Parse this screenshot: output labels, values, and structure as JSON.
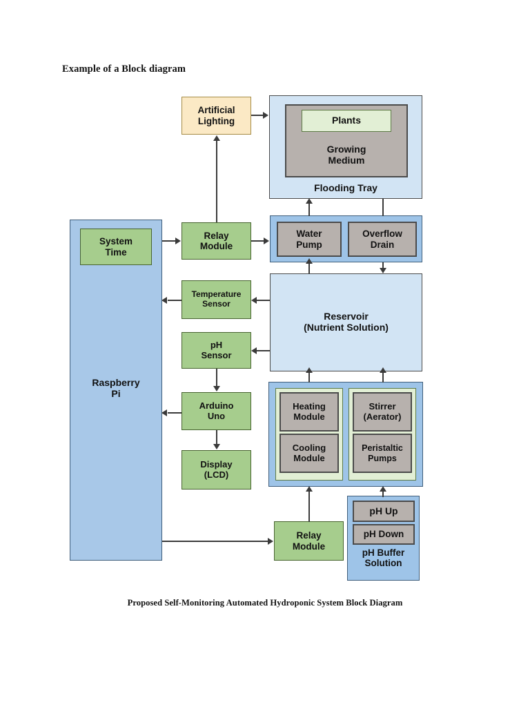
{
  "document": {
    "title": "Example of a Block diagram",
    "caption": "Proposed Self-Monitoring Automated Hydroponic System Block Diagram"
  },
  "palette": {
    "cream": "#fbe9c5",
    "green": "#a6cd8d",
    "light_green": "#e2efd5",
    "gray": "#b7b1ad",
    "light_blue": "#d2e4f4",
    "medium_blue": "#a8c8e8",
    "panel_blue": "#9ec4e8",
    "outline": "#4a4a4a",
    "connector": "#3a3a3a"
  },
  "diagram": {
    "blocks": {
      "artificial_lighting": "Artificial\nLighting",
      "plants": "Plants",
      "growing_medium": "Growing\nMedium",
      "flooding_tray": "Flooding Tray",
      "system_time": "System\nTime",
      "raspberry_pi": "Raspberry\nPi",
      "relay_module_top": "Relay\nModule",
      "water_pump": "Water\nPump",
      "overflow_drain": "Overflow\nDrain",
      "temperature_sensor": "Temperature\nSensor",
      "ph_sensor": "pH\nSensor",
      "arduino_uno": "Arduino\nUno",
      "display_lcd": "Display\n(LCD)",
      "reservoir": "Reservoir\n(Nutrient Solution)",
      "heating_module": "Heating\nModule",
      "cooling_module": "Cooling\nModule",
      "stirrer_aerator": "Stirrer\n(Aerator)",
      "peristaltic_pumps": "Peristaltic\nPumps",
      "relay_module_bottom": "Relay\nModule",
      "ph_up": "pH Up",
      "ph_down": "pH Down",
      "ph_buffer_solution": "pH Buffer\nSolution"
    }
  }
}
